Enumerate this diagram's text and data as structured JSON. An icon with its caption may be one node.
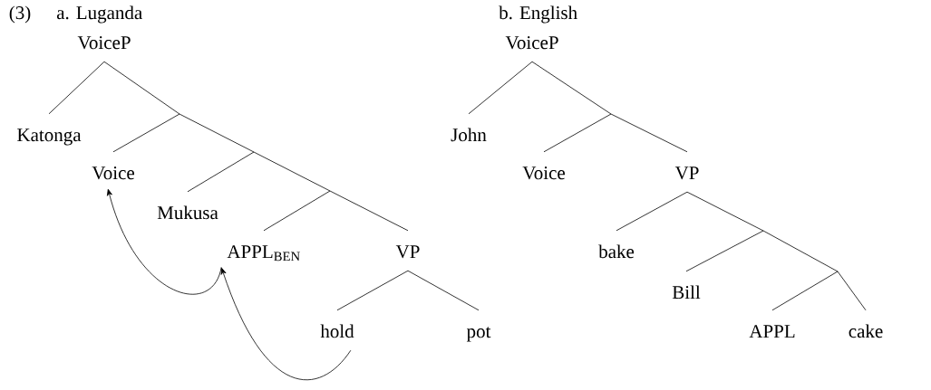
{
  "diagram": {
    "nodes": [
      {
        "text": [
          "VoiceP"
        ]
      },
      {
        "text": [
          "Katonga"
        ]
      },
      {
        "text": [
          "Voice"
        ]
      },
      {
        "text": [
          "Mukusa"
        ]
      },
      {
        "text": [
          "APPL$_{BEN}$"
        ]
      },
      {
        "text": [
          "VP"
        ]
      },
      {
        "text": [
          "hold"
        ]
      },
      {
        "text": [
          "pot"
        ]
      },
      {
        "text": [
          "VoiceP"
        ]
      },
      {
        "text": [
          "John"
        ]
      },
      {
        "text": [
          "Voice"
        ]
      },
      {
        "text": [
          "VP"
        ]
      },
      {
        "text": [
          "bake"
        ]
      },
      {
        "text": [
          "Bill"
        ]
      },
      {
        "text": [
          "APPL"
        ]
      },
      {
        "text": [
          "cake"
        ]
      }
    ],
    "edges": [
      {
        "from": 0,
        "to": 1,
        "arrow": "none"
      },
      {
        "from": 0,
        "to": null,
        "arrow": "none"
      },
      {
        "from": null,
        "to": 2,
        "arrow": "none"
      },
      {
        "from": null,
        "to": 3,
        "arrow": "none"
      },
      {
        "from": null,
        "to": 4,
        "arrow": "none"
      },
      {
        "from": null,
        "to": 5,
        "arrow": "none"
      },
      {
        "from": 5,
        "to": 6,
        "arrow": "none"
      },
      {
        "from": 5,
        "to": 7,
        "arrow": "none"
      },
      {
        "from": 4,
        "to": 2,
        "arrow": "to"
      },
      {
        "from": 6,
        "to": 4,
        "arrow": "to"
      },
      {
        "from": 8,
        "to": 9,
        "arrow": "none"
      },
      {
        "from": 8,
        "to": null,
        "arrow": "none"
      },
      {
        "from": null,
        "to": 10,
        "arrow": "none"
      },
      {
        "from": null,
        "to": 11,
        "arrow": "none"
      },
      {
        "from": 11,
        "to": 12,
        "arrow": "none"
      },
      {
        "from": 11,
        "to": null,
        "arrow": "none"
      },
      {
        "from": null,
        "to": 13,
        "arrow": "none"
      },
      {
        "from": null,
        "to": 14,
        "arrow": "none"
      },
      {
        "from": null,
        "to": 15,
        "arrow": "none"
      }
    ],
    "labels": [
      "(3)",
      "a. Luganda",
      "b. English"
    ]
  }
}
